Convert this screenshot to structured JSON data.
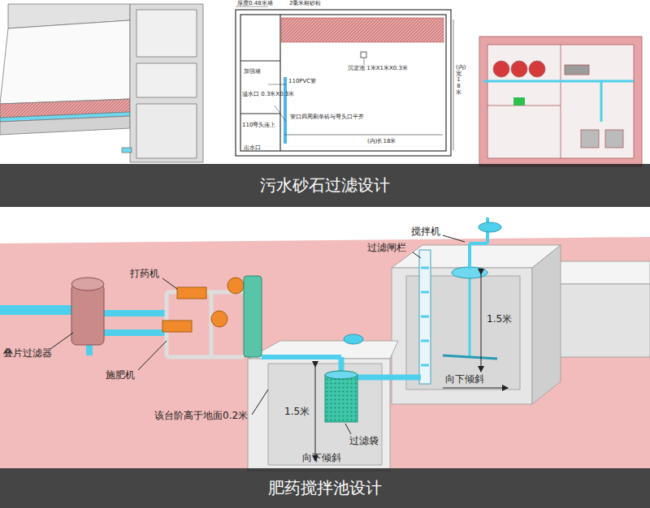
{
  "diagram": {
    "nodes": [
      {
        "text": [
          "污水砂石过滤设计"
        ]
      },
      {
        "text": [
          "肥药搅拌池设计"
        ]
      }
    ],
    "labels": [
      "厚度0.48米墙",
      "2毫米粗砂粒",
      "加强墙",
      "溢水口 0.3米X0.3米",
      "110PVC管",
      "110弯头连上",
      "管口四周刷单砖与弯头口平齐",
      "出水口",
      "沉淀池 1米X1米X0.3米",
      "(内)长18米",
      "(内)宽18米",
      "搅拌机",
      "过滤闸栏",
      "打药机",
      "叠片过滤器",
      "施肥机",
      "1.5米",
      "向下倾斜",
      "该台阶高于地面0.2米",
      "1.5米",
      "过滤袋",
      "向下倾斜"
    ]
  }
}
